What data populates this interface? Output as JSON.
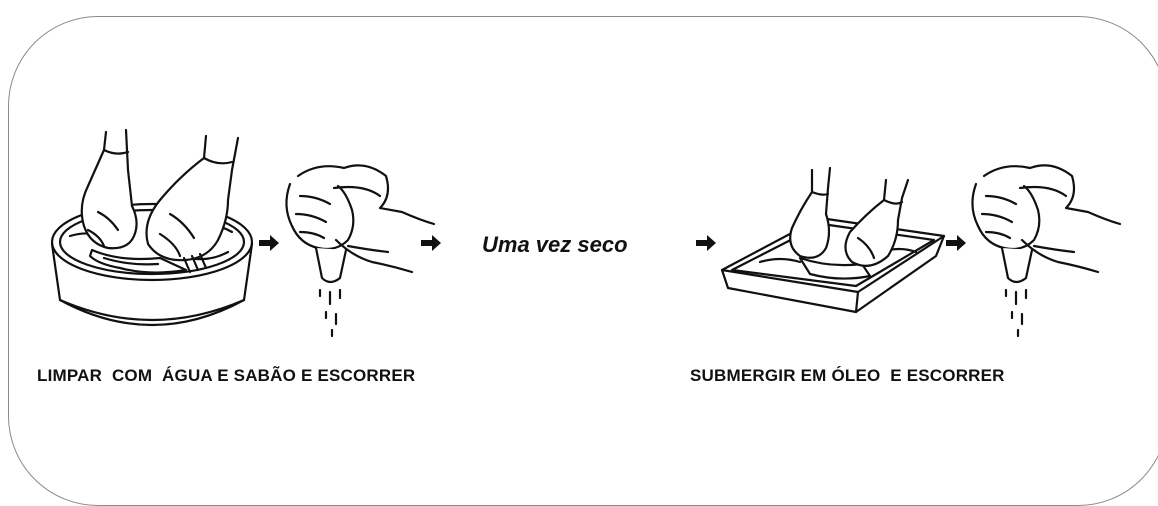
{
  "steps": [
    {
      "illustration": "hands-washing-cloth-in-bowl-icon",
      "arrow": "right-arrow-icon"
    },
    {
      "illustration": "hand-wringing-cloth-icon",
      "arrow": "right-arrow-icon"
    },
    {
      "illustration": "hands-soaking-cloth-in-tray-icon",
      "arrow": "right-arrow-icon"
    },
    {
      "illustration": "hand-wringing-cloth-icon"
    }
  ],
  "captions": {
    "wash": "LIMPAR  COM  ÁGUA E SABÃO E ESCORRER",
    "oil": "SUBMERGIR EM ÓLEO  E ESCORRER"
  },
  "transition_text": "Uma vez seco",
  "colors": {
    "ink": "#111111",
    "frame": "#8a8a8a",
    "background": "#ffffff"
  }
}
